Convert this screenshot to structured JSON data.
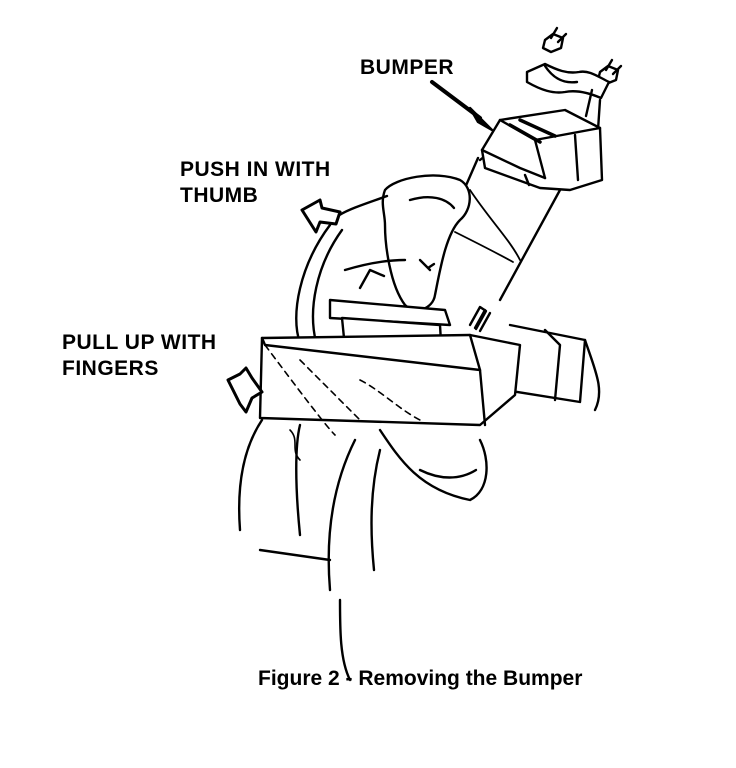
{
  "labels": {
    "bumper": "BUMPER",
    "push_line1": "PUSH IN WITH",
    "push_line2": "THUMB",
    "pull_line1": "PULL UP WITH",
    "pull_line2": "FINGERS"
  },
  "caption": "Figure 2 - Removing the Bumper",
  "colors": {
    "ink": "#000000",
    "paper": "#ffffff"
  }
}
